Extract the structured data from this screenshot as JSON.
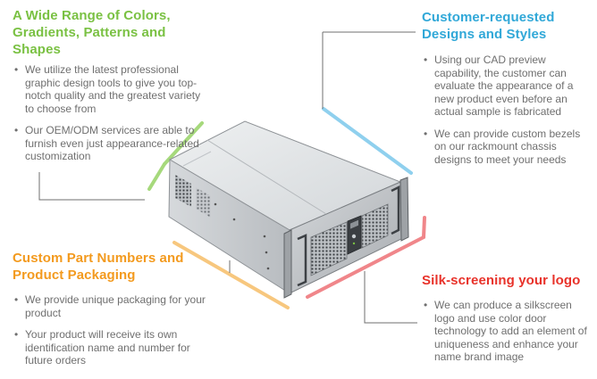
{
  "sections": {
    "top_left": {
      "title": "A Wide Range of Colors, Gradients, Patterns and Shapes",
      "bullets": [
        "We utilize the latest professional graphic design tools to give you top-notch quality and the greatest variety to choose from",
        "Our OEM/ODM services are able to furnish even just appearance-related customization"
      ]
    },
    "top_right": {
      "title": "Customer-requested Designs and Styles",
      "bullets": [
        "Using our CAD preview capability, the customer can evaluate the appearance of a new product even before an actual sample is fabricated",
        "We can provide custom bezels on our rackmount chassis designs to meet your needs"
      ]
    },
    "bottom_left": {
      "title": "Custom Part Numbers and Product Packaging",
      "bullets": [
        "We provide unique packaging for your product",
        "Your product will receive its own identification name and number for future orders"
      ]
    },
    "bottom_right": {
      "title": "Silk-screening your logo",
      "bullets": [
        "We can produce a silkscreen logo and use color door technology to add an element of uniqueness and enhance your name brand image"
      ]
    }
  },
  "colors": {
    "green": "#7ac143",
    "blue": "#31a8d8",
    "orange": "#f39a1e",
    "red": "#e8322a",
    "body_text": "#6f6f6f"
  }
}
